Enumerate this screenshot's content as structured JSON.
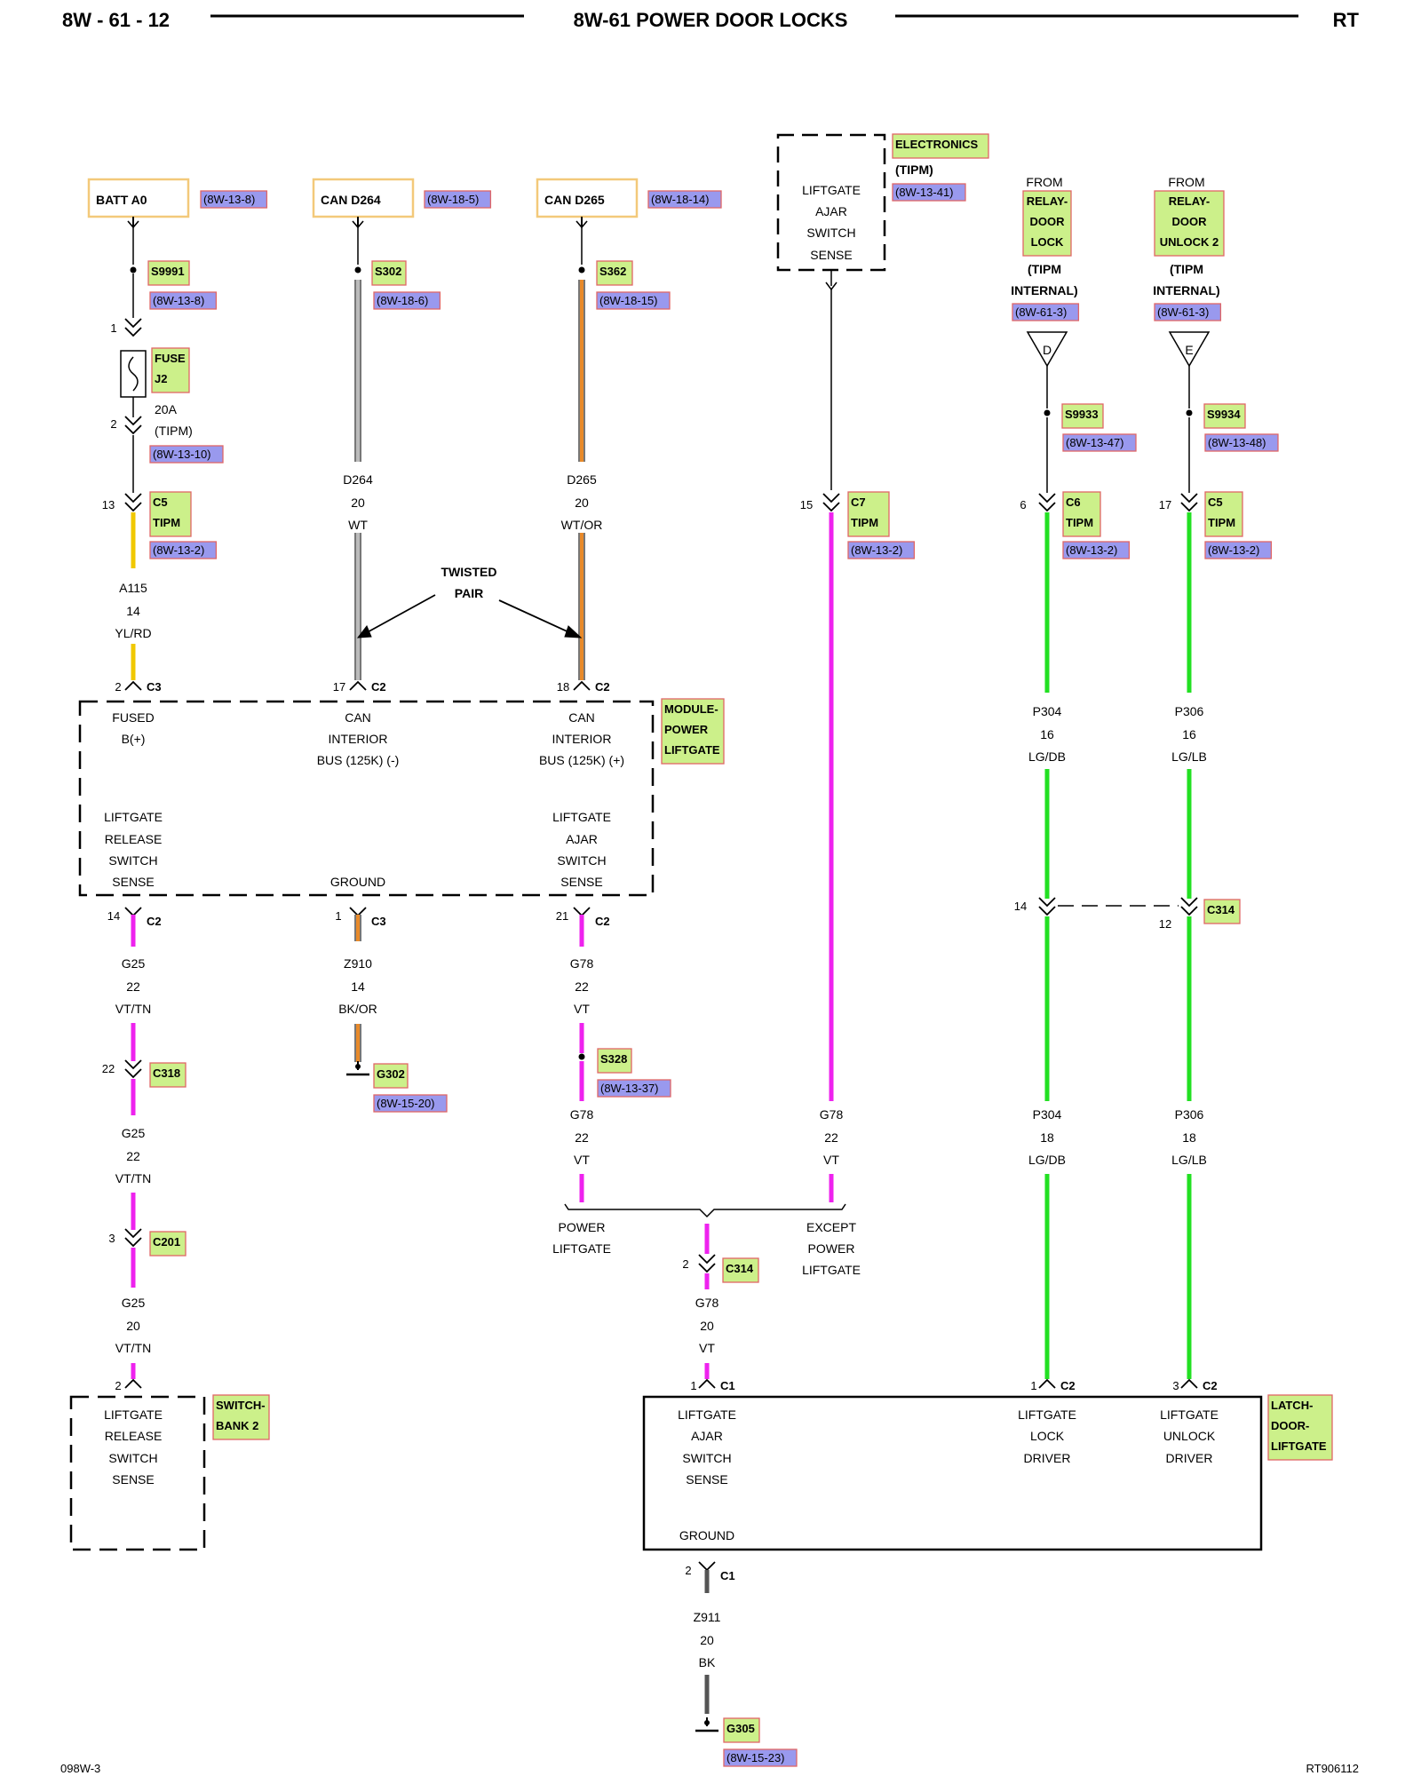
{
  "header": {
    "page": "8W - 61 - 12",
    "title": "8W-61 POWER DOOR LOCKS",
    "model": "RT"
  },
  "footer": {
    "left": "098W-3",
    "right": "RT906112"
  },
  "colors": {
    "wire_violet": "#ee22ee",
    "wire_green": "#22e022",
    "wire_yellow": "#f0c800",
    "wire_orange": "#e88a2a",
    "wire_white": "#bbbbbb",
    "wire_black": "#555555",
    "ref_bg": "#9999ee",
    "ref_border": "#e06666",
    "loc_bg": "#ccf08a",
    "loc_text": "#8a6d00",
    "source_border": "#f3c97a"
  },
  "sources": {
    "batt": "BATT A0",
    "can264": "CAN D264",
    "can265": "CAN D265",
    "batt_ref": "(8W-13-8)",
    "can264_ref": "(8W-18-5)",
    "can265_ref": "(8W-18-14)"
  },
  "splices": {
    "s9991": "S9991",
    "s9991_ref": "(8W-13-8)",
    "s302": "S302",
    "s302_ref": "(8W-18-6)",
    "s362": "S362",
    "s362_ref": "(8W-18-15)",
    "s9933": "S9933",
    "s9933_ref": "(8W-13-47)",
    "s9934": "S9934",
    "s9934_ref": "(8W-13-48)",
    "s328": "S328",
    "s328_ref": "(8W-13-37)"
  },
  "fuse": {
    "pin_top": "1",
    "pin_bottom": "2",
    "name1": "FUSE",
    "name2": "J2",
    "rating": "20A",
    "loc": "(TIPM)",
    "ref": "(8W-13-10)"
  },
  "tipm_block": {
    "l1": "LIFTGATE",
    "l2": "AJAR",
    "l3": "SWITCH",
    "l4": "SENSE",
    "elec": "ELECTRONICS",
    "tipm": "(TIPM)",
    "ref": "(8W-13-41)"
  },
  "relay_lock": {
    "from": "FROM",
    "l1": "RELAY-",
    "l2": "DOOR",
    "l3": "LOCK",
    "int1": "(TIPM",
    "int2": "INTERNAL)",
    "ref": "(8W-61-3)",
    "letter": "D"
  },
  "relay_unlock": {
    "from": "FROM",
    "l1": "RELAY-",
    "l2": "DOOR",
    "l3": "UNLOCK 2",
    "int1": "(TIPM",
    "int2": "INTERNAL)",
    "ref": "(8W-61-3)",
    "letter": "E"
  },
  "connectors": {
    "c5a": {
      "pin": "13",
      "name": "C5",
      "loc": "TIPM",
      "ref": "(8W-13-2)"
    },
    "c7": {
      "pin": "15",
      "name": "C7",
      "loc": "TIPM",
      "ref": "(8W-13-2)"
    },
    "c6": {
      "pin": "6",
      "name": "C6",
      "loc": "TIPM",
      "ref": "(8W-13-2)"
    },
    "c5b": {
      "pin": "17",
      "name": "C5",
      "loc": "TIPM",
      "ref": "(8W-13-2)"
    },
    "m_c3": {
      "pin": "2",
      "name": "C3"
    },
    "m_c2a": {
      "pin": "17",
      "name": "C2"
    },
    "m_c2b": {
      "pin": "18",
      "name": "C2"
    },
    "m_out1": {
      "pin": "14",
      "name": "C2"
    },
    "m_out2": {
      "pin": "1",
      "name": "C3"
    },
    "m_out3": {
      "pin": "21",
      "name": "C2"
    },
    "c314_top": {
      "pin_left": "14",
      "pin_right": "12",
      "name": "C314"
    },
    "c318": {
      "pin": "22",
      "name": "C318"
    },
    "c201": {
      "pin": "3",
      "name": "C201"
    },
    "sw_pin": {
      "pin": "2"
    },
    "c314_bot": {
      "pin": "2",
      "name": "C314"
    },
    "latch_c1": {
      "pin": "1",
      "name": "C1"
    },
    "latch_c2a": {
      "pin": "1",
      "name": "C2"
    },
    "latch_c2b": {
      "pin": "3",
      "name": "C2"
    },
    "latch_gnd": {
      "pin": "2",
      "name": "C1"
    }
  },
  "wires": {
    "a115": {
      "id": "A115",
      "gauge": "14",
      "color": "YL/RD"
    },
    "d264": {
      "id": "D264",
      "gauge": "20",
      "color": "WT"
    },
    "d265": {
      "id": "D265",
      "gauge": "20",
      "color": "WT/OR"
    },
    "p304a": {
      "id": "P304",
      "gauge": "16",
      "color": "LG/DB"
    },
    "p306a": {
      "id": "P306",
      "gauge": "16",
      "color": "LG/LB"
    },
    "g25a": {
      "id": "G25",
      "gauge": "22",
      "color": "VT/TN"
    },
    "z910": {
      "id": "Z910",
      "gauge": "14",
      "color": "BK/OR"
    },
    "g78a": {
      "id": "G78",
      "gauge": "22",
      "color": "VT"
    },
    "g78b": {
      "id": "G78",
      "gauge": "22",
      "color": "VT"
    },
    "g78c": {
      "id": "G78",
      "gauge": "22",
      "color": "VT"
    },
    "p304b": {
      "id": "P304",
      "gauge": "18",
      "color": "LG/DB"
    },
    "p306b": {
      "id": "P306",
      "gauge": "18",
      "color": "LG/LB"
    },
    "g25b": {
      "id": "G25",
      "gauge": "22",
      "color": "VT/TN"
    },
    "g25c": {
      "id": "G25",
      "gauge": "20",
      "color": "VT/TN"
    },
    "g78d": {
      "id": "G78",
      "gauge": "20",
      "color": "VT"
    },
    "z911": {
      "id": "Z911",
      "gauge": "20",
      "color": "BK"
    }
  },
  "twisted": {
    "l1": "TWISTED",
    "l2": "PAIR"
  },
  "module": {
    "fused1": "FUSED",
    "fused2": "B(+)",
    "canm1": "CAN",
    "canm2": "INTERIOR",
    "canm3": "BUS (125K) (-)",
    "canp1": "CAN",
    "canp2": "INTERIOR",
    "canp3": "BUS (125K) (+)",
    "rel1": "LIFTGATE",
    "rel2": "RELEASE",
    "rel3": "SWITCH",
    "rel4": "SENSE",
    "ground": "GROUND",
    "ajar1": "LIFTGATE",
    "ajar2": "AJAR",
    "ajar3": "SWITCH",
    "ajar4": "SENSE",
    "name1": "MODULE-",
    "name2": "POWER",
    "name3": "LIFTGATE"
  },
  "grounds": {
    "g302": "G302",
    "g302_ref": "(8W-15-20)",
    "g305": "G305",
    "g305_ref": "(8W-15-23)"
  },
  "options": {
    "pl1": "POWER",
    "pl2": "LIFTGATE",
    "ex1": "EXCEPT",
    "ex2": "POWER",
    "ex3": "LIFTGATE"
  },
  "switch_bank": {
    "l1": "LIFTGATE",
    "l2": "RELEASE",
    "l3": "SWITCH",
    "l4": "SENSE",
    "name1": "SWITCH-",
    "name2": "BANK 2"
  },
  "latch": {
    "ajar1": "LIFTGATE",
    "ajar2": "AJAR",
    "ajar3": "SWITCH",
    "ajar4": "SENSE",
    "ground": "GROUND",
    "lock1": "LIFTGATE",
    "lock2": "LOCK",
    "lock3": "DRIVER",
    "unl1": "LIFTGATE",
    "unl2": "UNLOCK",
    "unl3": "DRIVER",
    "name1": "LATCH-",
    "name2": "DOOR-",
    "name3": "LIFTGATE"
  }
}
